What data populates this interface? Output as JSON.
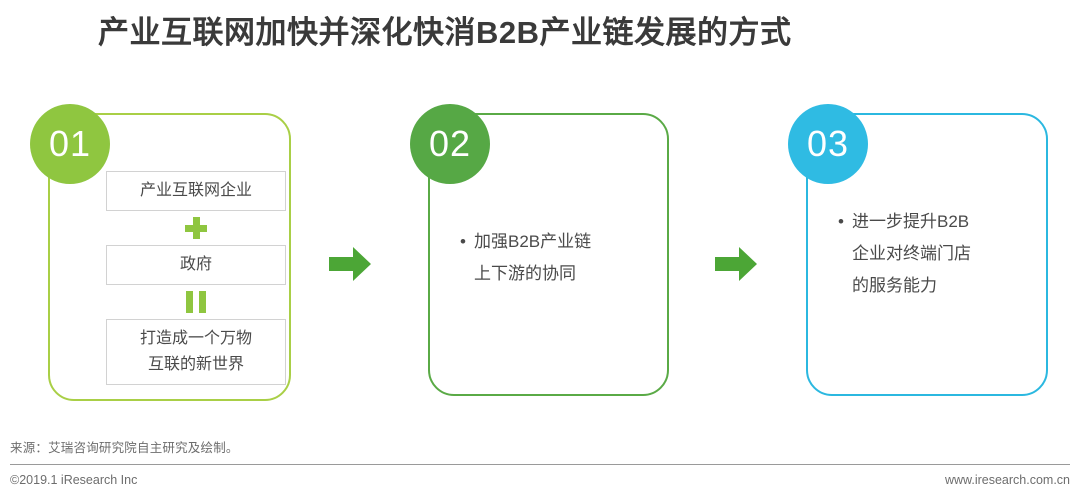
{
  "title": "产业互联网加快并深化快消B2B产业链发展的方式",
  "cards": [
    {
      "number": "01",
      "accent": "#a9cf46",
      "badge_color": "#8fc640",
      "boxes": [
        {
          "text": "产业互联网企业"
        },
        {
          "text": "政府"
        },
        {
          "text": "打造成一个万物\n互联的新世界"
        }
      ],
      "operators": [
        "plus",
        "equals"
      ]
    },
    {
      "number": "02",
      "accent": "#5aaa46",
      "badge_color": "#56a845",
      "bullet": "•",
      "bullet_text": "加强B2B产业链\n上下游的协同"
    },
    {
      "number": "03",
      "accent": "#2bb8e0",
      "badge_color": "#2fbbe3",
      "bullet": "•",
      "bullet_text": "进一步提升B2B\n企业对终端门店\n的服务能力"
    }
  ],
  "arrows": {
    "color": "#4ca636",
    "icon": "arrow-right-icon"
  },
  "footer": {
    "source": "来源：艾瑞咨询研究院自主研究及绘制。",
    "copyright": "©2019.1 iResearch Inc",
    "website": "www.iresearch.com.cn"
  }
}
